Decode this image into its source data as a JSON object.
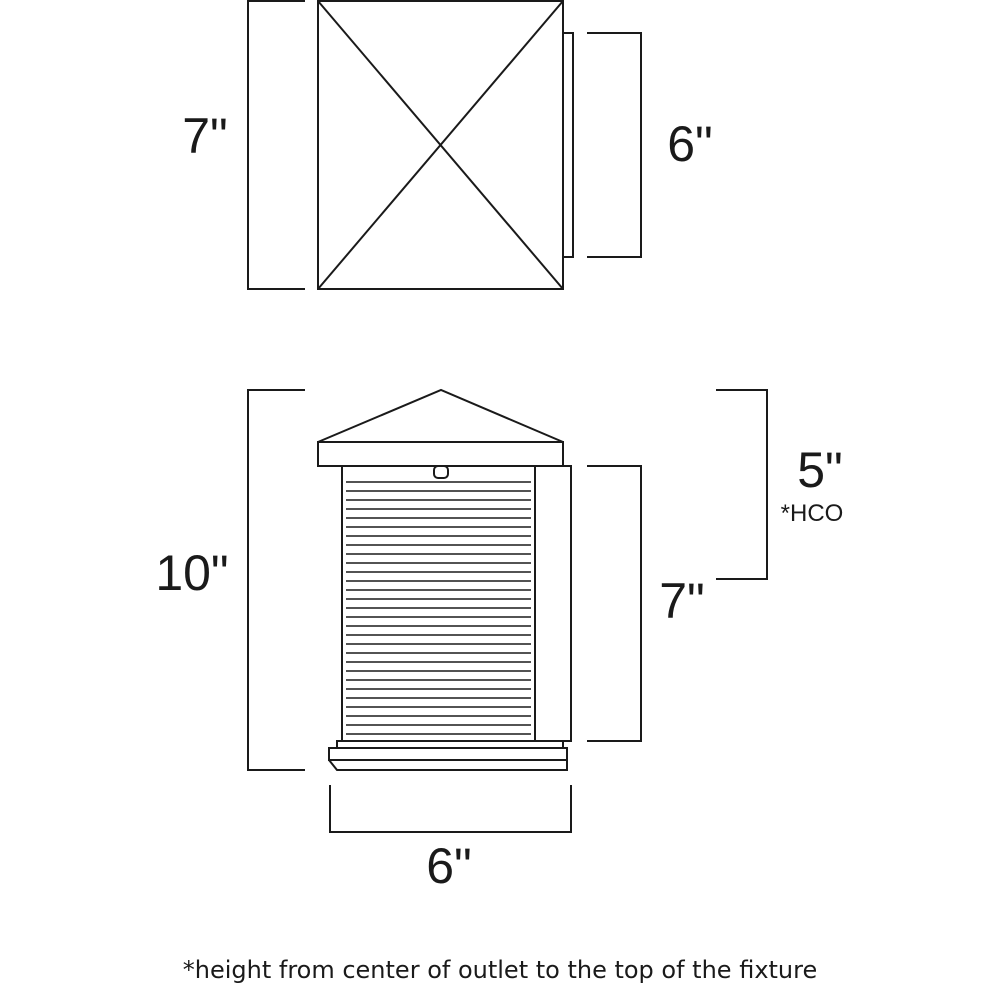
{
  "top_view": {
    "height_label": "7\"",
    "depth_label": "6\""
  },
  "front_view": {
    "total_height_label": "10\"",
    "hco_label": "5\"",
    "hco_note": "*HCO",
    "backplate_height_label": "7\"",
    "width_label": "6\""
  },
  "footnote": "*height from center of outlet to the top of the fixture"
}
